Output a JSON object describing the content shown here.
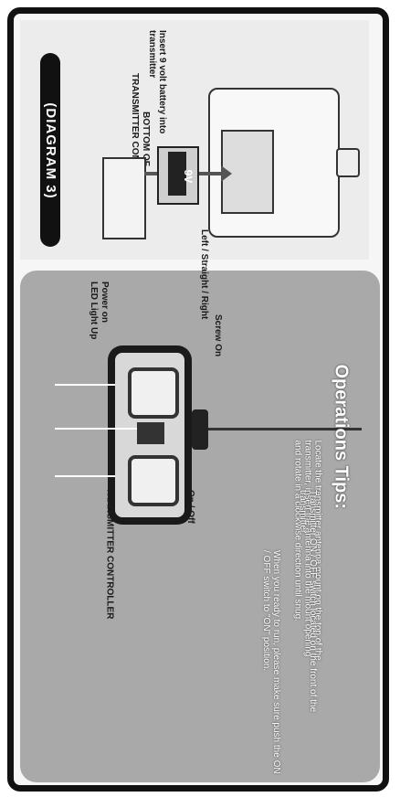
{
  "diagram": {
    "title": "(DIAGRAM 3)",
    "bottom_label": "BOTTOM OF\nTRANSMITTER CONTROLLER",
    "insert_label": "Insert 9 volt battery into transmitter",
    "battery_text": "9V"
  },
  "transmitter": {
    "caption": "TRANSMITTER CONTROLLER",
    "power_led": "Power on\nLED Light Up",
    "on_off": "On / Off",
    "left_right": "Left / Straight / Right",
    "screw_on": "Screw On"
  },
  "tips": {
    "title": "Operations Tips:",
    "para1": "Locate the transmitter antenna mount on the top of the transmitter, insert the antenna into the mount opening and rotate in a clockwise direction until snug.",
    "para2": "Transmitter ON / OFF switch located on the front of the transmitter.",
    "para3": "When you ready to run, please make sure push the ON / OFF switch to \"ON\" position."
  }
}
